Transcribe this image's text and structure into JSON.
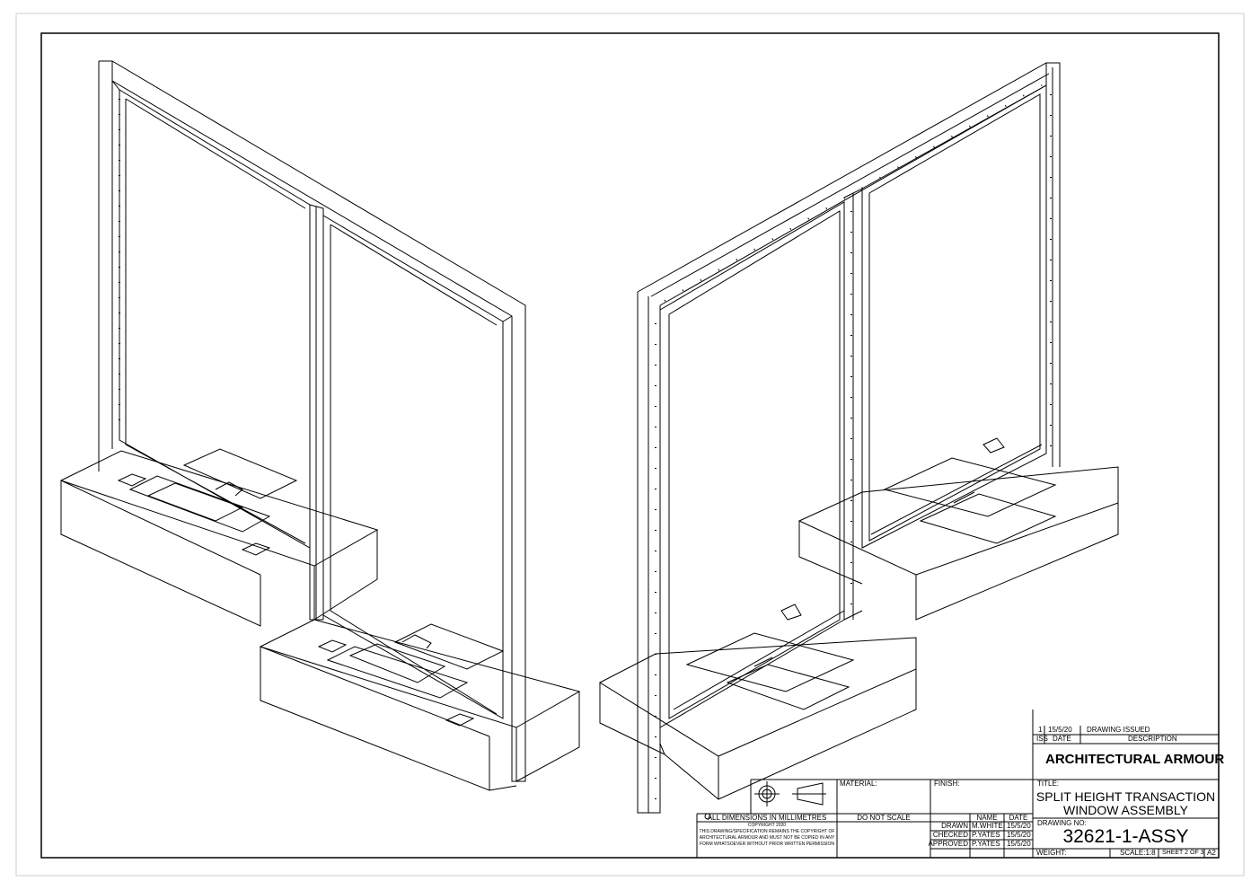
{
  "revision": {
    "iss": "1",
    "date": "15/5/20",
    "description": "DRAWING ISSUED",
    "headers": {
      "iss": "ISS",
      "date": "DATE",
      "description": "DESCRIPTION"
    }
  },
  "company": "ARCHITECTURAL ARMOUR",
  "material_label": "MATERIAL:",
  "finish_label": "FINISH:",
  "title_label": "TITLE:",
  "title_line1": "SPLIT HEIGHT TRANSACTION",
  "title_line2": "WINDOW ASSEMBLY",
  "dimensions_note": "ALL DIMENSIONS IN MILLIMETRES",
  "do_not_scale": "DO NOT SCALE",
  "copyright": {
    "line0": "COPYRIGHT 2020",
    "line1": "THIS DRAWING/SPECIFICATION REMAINS THE COPYRIGHT OF",
    "line2": "ARCHITECTURAL ARMOUR AND MUST NOT BE COPIED IN ANY",
    "line3": "FORM WHATSOEVER WITHOUT PRIOR WRITTEN PERMISSION"
  },
  "approvals": {
    "name_header": "NAME",
    "date_header": "DATE",
    "rows": [
      {
        "role": "DRAWN",
        "name": "M.WHITE",
        "date": "15/5/20"
      },
      {
        "role": "CHECKED",
        "name": "P.YATES",
        "date": "15/5/20"
      },
      {
        "role": "APPROVED",
        "name": "P.YATES",
        "date": "15/5/20"
      }
    ]
  },
  "drawing_no_label": "DRAWING NO:",
  "drawing_no": "32621-1-ASSY",
  "weight_label": "WEIGHT:",
  "scale": "SCALE:1:8",
  "sheet": "SHEET 2 OF 3",
  "paper_size": "A2"
}
